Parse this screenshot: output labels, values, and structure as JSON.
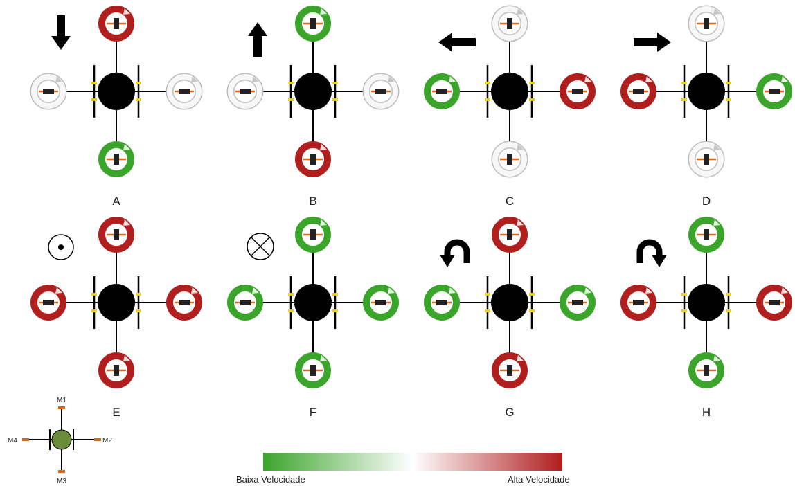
{
  "colors": {
    "high": "#b01e1e",
    "low": "#3aa52a",
    "idle": "#e2e2e2",
    "hub": "#000000",
    "arm": "#000000",
    "legend_mid": "#ffffff"
  },
  "panels": [
    {
      "label": "A",
      "symbol": "arrow-down-icon",
      "motors": {
        "top": "high",
        "right": "idle",
        "bottom": "low",
        "left": "idle"
      }
    },
    {
      "label": "B",
      "symbol": "arrow-up-icon",
      "motors": {
        "top": "low",
        "right": "idle",
        "bottom": "high",
        "left": "idle"
      }
    },
    {
      "label": "C",
      "symbol": "arrow-left-icon",
      "motors": {
        "top": "idle",
        "right": "high",
        "bottom": "idle",
        "left": "low"
      }
    },
    {
      "label": "D",
      "symbol": "arrow-right-icon",
      "motors": {
        "top": "idle",
        "right": "low",
        "bottom": "idle",
        "left": "high"
      }
    },
    {
      "label": "E",
      "symbol": "dot-in-circle-icon",
      "motors": {
        "top": "high",
        "right": "high",
        "bottom": "high",
        "left": "high"
      }
    },
    {
      "label": "F",
      "symbol": "cross-in-circle-icon",
      "motors": {
        "top": "low",
        "right": "low",
        "bottom": "low",
        "left": "low"
      }
    },
    {
      "label": "G",
      "symbol": "rotate-counterclockwise-icon",
      "motors": {
        "top": "high",
        "right": "low",
        "bottom": "high",
        "left": "low"
      }
    },
    {
      "label": "H",
      "symbol": "rotate-clockwise-icon",
      "motors": {
        "top": "low",
        "right": "high",
        "bottom": "low",
        "left": "high"
      }
    }
  ],
  "motor_key": {
    "labels": {
      "top": "M1",
      "right": "M2",
      "bottom": "M3",
      "left": "M4"
    },
    "hub_color": "#6b8a3a"
  },
  "legend": {
    "low_label": "Baixa Velocidade",
    "high_label": "Alta Velocidade"
  }
}
